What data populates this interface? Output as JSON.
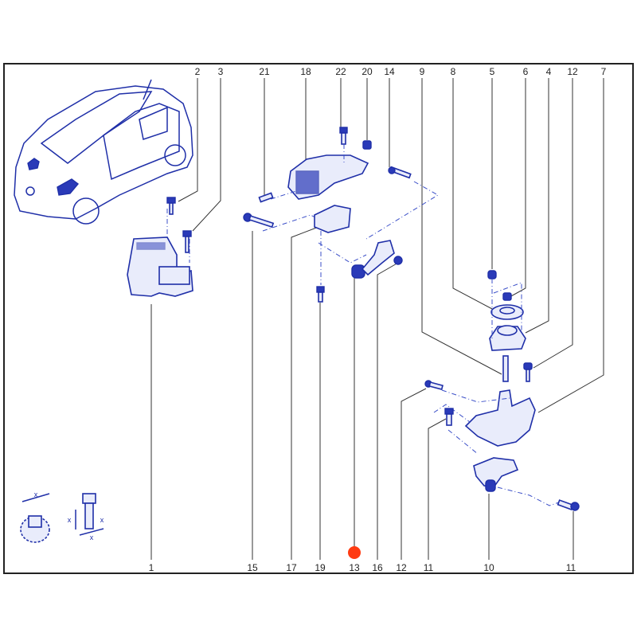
{
  "diagram": {
    "title": "Engine / gearbox mountings exploded view",
    "top_labels": [
      "2",
      "3",
      "21",
      "18",
      "22",
      "20",
      "14",
      "9",
      "8",
      "5",
      "6",
      "4",
      "12",
      "7"
    ],
    "bottom_labels": [
      "1",
      "15",
      "17",
      "19",
      "13",
      "16",
      "12",
      "11",
      "10",
      "11"
    ],
    "symbol_labels": [
      "x",
      "x",
      "x",
      "x"
    ],
    "colors": {
      "parts": "#1f2fa8",
      "frame": "#222222",
      "marker": "#ff3b12"
    },
    "selected_marker_label": "13"
  }
}
